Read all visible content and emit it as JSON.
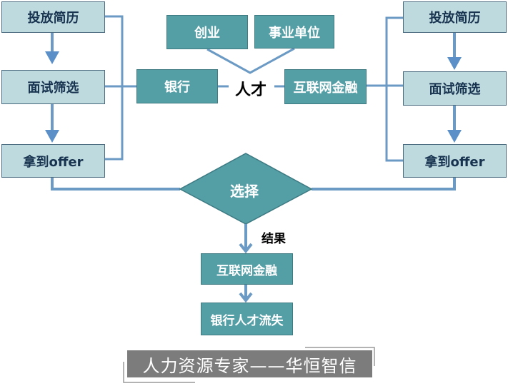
{
  "colors": {
    "light_box_fill": "#bedadf",
    "light_box_text": "#17334f",
    "teal_box_fill": "#549ea6",
    "connector": "#6b9ac4",
    "banner_fill": "#7c7c7c"
  },
  "left_flow": {
    "steps": [
      {
        "label": "投放简历"
      },
      {
        "label": "面试筛选"
      },
      {
        "label": "拿到offer"
      }
    ]
  },
  "right_flow": {
    "steps": [
      {
        "label": "投放简历"
      },
      {
        "label": "面试筛选"
      },
      {
        "label": "拿到offer"
      }
    ]
  },
  "center": {
    "talent_label": "人才",
    "options": {
      "startup": "创业",
      "public_institution": "事业单位",
      "bank": "银行",
      "internet_finance": "互联网金融"
    }
  },
  "decision": {
    "label": "选择",
    "result_label": "结果"
  },
  "results": [
    {
      "label": "互联网金融"
    },
    {
      "label": "银行人才流失"
    }
  ],
  "banner": {
    "text": "人力资源专家——华恒智信"
  }
}
